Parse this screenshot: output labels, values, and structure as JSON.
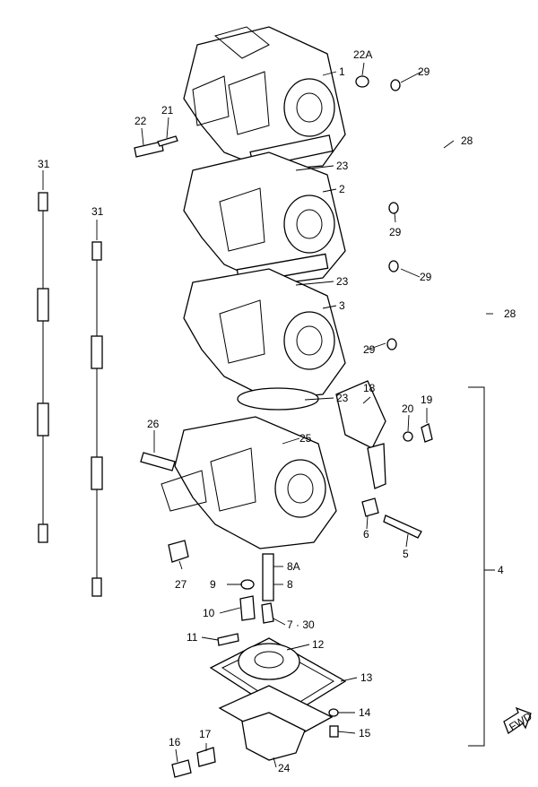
{
  "callouts": {
    "c1": "1",
    "c2": "2",
    "c3": "3",
    "c4": "4",
    "c5": "5",
    "c6": "6",
    "c7_30": "7 · 30",
    "c8": "8",
    "c8a": "8A",
    "c9": "9",
    "c10": "10",
    "c11": "11",
    "c12": "12",
    "c13": "13",
    "c14": "14",
    "c15": "15",
    "c16": "16",
    "c17": "17",
    "c18": "18",
    "c19": "19",
    "c20": "20",
    "c21": "21",
    "c22": "22",
    "c22a": "22A",
    "c23a": "23",
    "c23b": "23",
    "c23c": "23",
    "c24": "24",
    "c25": "25",
    "c26": "26",
    "c27": "27",
    "c28a": "28",
    "c28b": "28",
    "c29a": "29",
    "c29b": "29",
    "c29c": "29",
    "c29d": "29",
    "c31a": "31",
    "c31b": "31"
  },
  "fwd_label": "FWD"
}
